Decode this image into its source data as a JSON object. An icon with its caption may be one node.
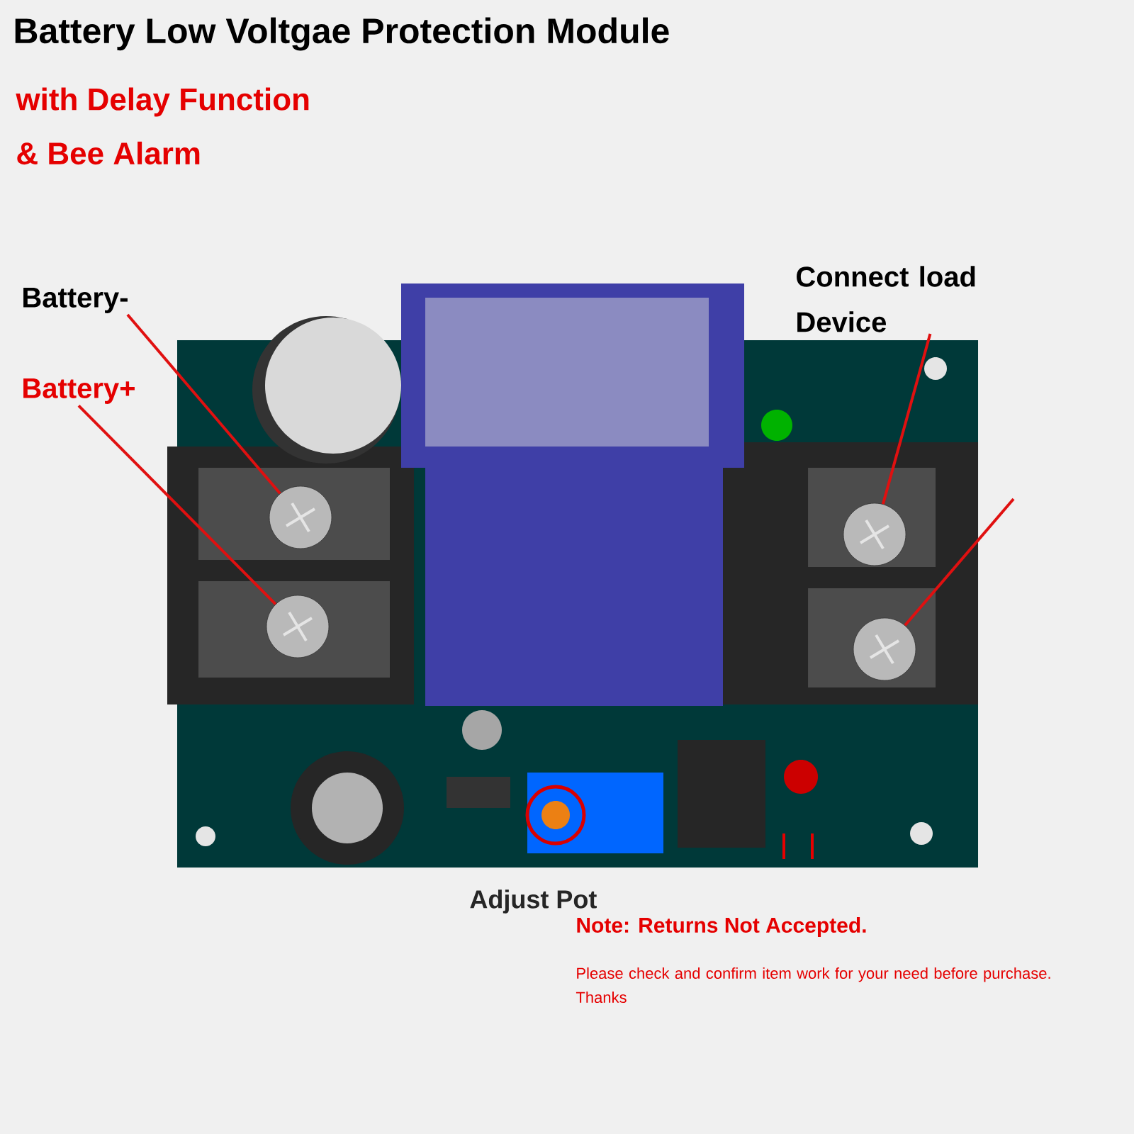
{
  "diagram": {
    "title": "Battery Low Voltgae Protection Module",
    "nodes": [
      {
        "text": [
          "Battery-"
        ]
      },
      {
        "text": [
          "Battery+"
        ]
      },
      {
        "text": [
          "Connect load Device"
        ]
      },
      {
        "text": [],
        "shape": "circle"
      },
      {
        "text": [],
        "shape": "circle"
      },
      {
        "text": [],
        "shape": "circle"
      },
      {
        "text": [],
        "shape": "circle"
      }
    ],
    "edges": [
      {
        "from": 0,
        "to": 3,
        "arrow": "none",
        "color": "#e01010"
      },
      {
        "from": 1,
        "to": 4,
        "arrow": "none",
        "color": "#e01010"
      },
      {
        "from": 2,
        "to": 5,
        "arrow": "none",
        "color": "#e01010"
      },
      {
        "from": null,
        "to": 6,
        "arrow": "none",
        "color": "#e01010"
      }
    ],
    "labels": [
      "with Delay Function",
      "& Bee Alarm",
      "Adjust Pot",
      "Note: Returns Not Accepted.",
      "Please check and confirm item work for your need before purchase. Thanks"
    ]
  }
}
